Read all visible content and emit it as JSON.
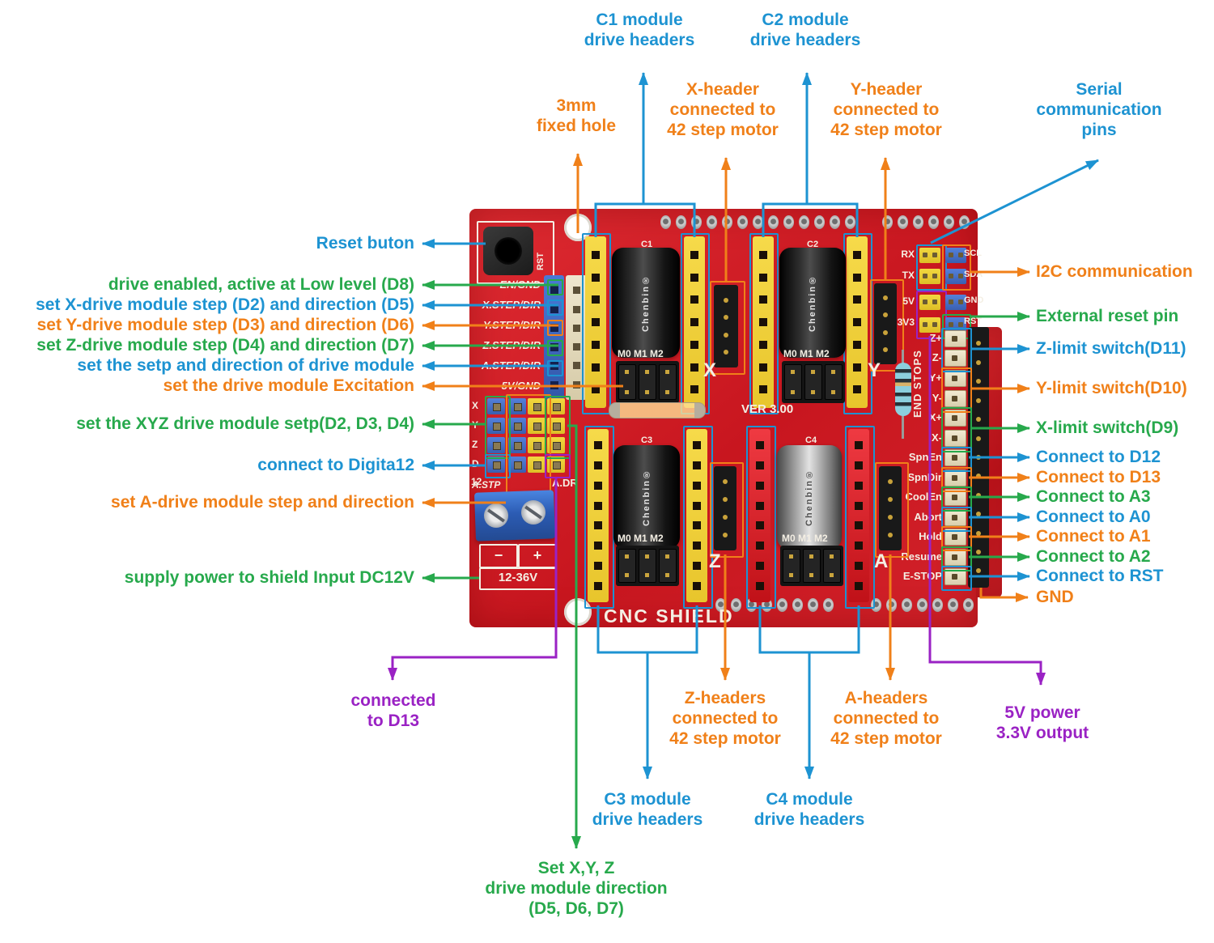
{
  "colors": {
    "blue": "#1d93d2",
    "orange": "#f08019",
    "green": "#27a94c",
    "purple": "#9a22c4",
    "board_red": "#d2222a",
    "header_yellow": "#f2d43c",
    "header_red": "#de2430",
    "silkscreen": "#f4efe4"
  },
  "board": {
    "silkscreen": {
      "rst": "RST",
      "ver": "VER 3.00",
      "title": "CNC SHIELD",
      "endstops": "END STOPS",
      "minus": "−",
      "plus": "+",
      "voltage": "12-36V",
      "adr": "A.DR",
      "astp": "A.STP",
      "m0m1m2": "M0 M1 M2",
      "cap_brand": "Chenbin®",
      "left_pins": [
        "EN/GND",
        "X.STEP/DIR",
        "Y.STEP/DIR",
        "Z.STEP/DIR",
        "A.STEP/DIR",
        "5V/GND"
      ],
      "jumper_rows": [
        "X",
        "Y",
        "Z",
        "D",
        "12"
      ],
      "serial_labels": [
        "RX",
        "TX"
      ],
      "power_labels": [
        "5V",
        "3V3"
      ],
      "i2c_labels": [
        "SCL",
        "SDA",
        "GND",
        "RST"
      ],
      "endstop_labels": [
        "Z+",
        "Z-",
        "Y+",
        "Y-",
        "X+",
        "X-"
      ],
      "control_labels": [
        "SpnEn",
        "SpnDir",
        "CoolEn",
        "Abort",
        "Hold",
        "Resume",
        "E-STOP"
      ],
      "module_refs": [
        "C1",
        "C2",
        "C3",
        "C4"
      ],
      "axis_letters": [
        "X",
        "Y",
        "Z",
        "A"
      ]
    }
  },
  "annotations": {
    "top": [
      {
        "text": "C1 module\ndrive headers",
        "color": "blue"
      },
      {
        "text": "C2 module\ndrive headers",
        "color": "blue"
      },
      {
        "text": "3mm\nfixed hole",
        "color": "orange"
      },
      {
        "text": "X-header\nconnected to\n42 step motor",
        "color": "orange"
      },
      {
        "text": "Y-header\nconnected to\n42 step motor",
        "color": "orange"
      },
      {
        "text": "Serial\ncommunication\npins",
        "color": "blue"
      }
    ],
    "left": [
      {
        "text": "Reset buton",
        "color": "blue"
      },
      {
        "text": "drive enabled, active at Low level (D8)",
        "color": "green"
      },
      {
        "text": "set X-drive module step (D2) and direction (D5)",
        "color": "blue"
      },
      {
        "text": "set Y-drive module step (D3) and direction (D6)",
        "color": "orange"
      },
      {
        "text": "set Z-drive module step (D4) and direction (D7)",
        "color": "green"
      },
      {
        "text": "set the setp and direction of drive module",
        "color": "blue"
      },
      {
        "text": "set the drive module Excitation",
        "color": "orange"
      },
      {
        "text": "set the XYZ drive module setp(D2, D3, D4)",
        "color": "green"
      },
      {
        "text": "connect to Digita12",
        "color": "blue"
      },
      {
        "text": "set A-drive module step and direction",
        "color": "orange"
      },
      {
        "text": "supply power to shield Input DC12V",
        "color": "green"
      }
    ],
    "right": [
      {
        "text": "I2C communication",
        "color": "orange"
      },
      {
        "text": "External reset pin",
        "color": "green"
      },
      {
        "text": "Z-limit switch(D11)",
        "color": "blue"
      },
      {
        "text": "Y-limit switch(D10)",
        "color": "orange"
      },
      {
        "text": "X-limit switch(D9)",
        "color": "green"
      },
      {
        "text": "Connect to D12",
        "color": "blue"
      },
      {
        "text": "Connect to D13",
        "color": "orange"
      },
      {
        "text": "Connect to A3",
        "color": "green"
      },
      {
        "text": "Connect to A0",
        "color": "blue"
      },
      {
        "text": "Connect to A1",
        "color": "orange"
      },
      {
        "text": "Connect to A2",
        "color": "green"
      },
      {
        "text": "Connect to RST",
        "color": "blue"
      },
      {
        "text": "GND",
        "color": "orange"
      }
    ],
    "bottom": [
      {
        "text": "connected\nto D13",
        "color": "purple"
      },
      {
        "text": "Z-headers\nconnected to\n42 step motor",
        "color": "orange"
      },
      {
        "text": "A-headers\nconnected to\n42 step motor",
        "color": "orange"
      },
      {
        "text": "5V power\n3.3V output",
        "color": "purple"
      },
      {
        "text": "C3 module\ndrive headers",
        "color": "blue"
      },
      {
        "text": "C4 module\ndrive headers",
        "color": "blue"
      },
      {
        "text": "Set X,Y, Z\ndrive module direction\n(D5, D6, D7)",
        "color": "green"
      }
    ]
  }
}
